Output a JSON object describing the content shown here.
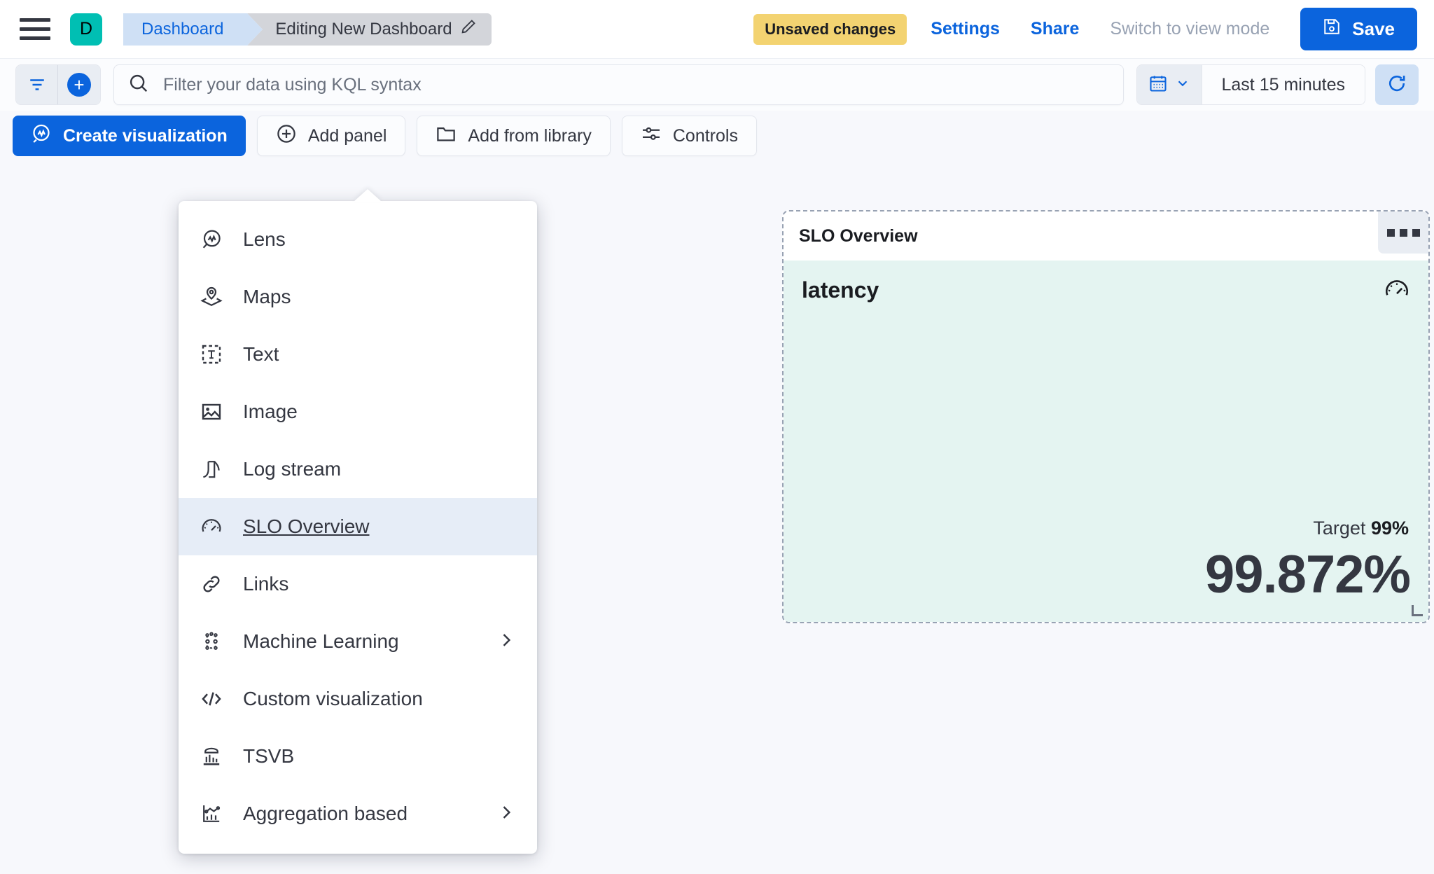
{
  "header": {
    "menu_icon": "hamburger-icon",
    "avatar_letter": "D",
    "breadcrumb_home": "Dashboard",
    "breadcrumb_current": "Editing New Dashboard",
    "edit_icon": "pencil-icon",
    "unsaved_badge": "Unsaved changes",
    "settings_link": "Settings",
    "share_link": "Share",
    "view_mode_link": "Switch to view mode",
    "save_label": "Save",
    "save_icon": "floppy-disk-icon",
    "accent_blue": "#0B64DD",
    "avatar_color": "#00BFB3",
    "unsaved_color": "#F3D371"
  },
  "querybar": {
    "filter_icon": "filter-icon",
    "add_filter_icon": "plus-circle-icon",
    "search_icon": "search-icon",
    "search_placeholder": "Filter your data using KQL syntax",
    "search_value": "",
    "calendar_icon": "calendar-icon",
    "chevron_icon": "chevron-down-icon",
    "date_range": "Last 15 minutes",
    "refresh_icon": "refresh-icon"
  },
  "toolbar": {
    "create_visualization": "Create visualization",
    "create_visualization_icon": "lens-icon",
    "add_panel": "Add panel",
    "add_panel_icon": "plus-circle-icon",
    "add_from_library": "Add from library",
    "add_from_library_icon": "folder-icon",
    "controls": "Controls",
    "controls_icon": "sliders-icon"
  },
  "add_panel_menu": {
    "items": [
      {
        "label": "Lens",
        "icon": "lens-icon",
        "selected": false,
        "submenu": false
      },
      {
        "label": "Maps",
        "icon": "map-marker-layers-icon",
        "selected": false,
        "submenu": false
      },
      {
        "label": "Text",
        "icon": "text-box-icon",
        "selected": false,
        "submenu": false
      },
      {
        "label": "Image",
        "icon": "image-icon",
        "selected": false,
        "submenu": false
      },
      {
        "label": "Log stream",
        "icon": "log-stream-icon",
        "selected": false,
        "submenu": false
      },
      {
        "label": "SLO Overview",
        "icon": "gauge-icon",
        "selected": true,
        "submenu": false
      },
      {
        "label": "Links",
        "icon": "link-icon",
        "selected": false,
        "submenu": false
      },
      {
        "label": "Machine Learning",
        "icon": "machine-learning-icon",
        "selected": false,
        "submenu": true
      },
      {
        "label": "Custom visualization",
        "icon": "code-icon",
        "selected": false,
        "submenu": false
      },
      {
        "label": "TSVB",
        "icon": "tsvb-chart-icon",
        "selected": false,
        "submenu": false
      },
      {
        "label": "Aggregation based",
        "icon": "aggregation-chart-icon",
        "selected": false,
        "submenu": true
      }
    ]
  },
  "slo_panel": {
    "panel_title": "SLO Overview",
    "context_menu_icon": "panel-context-menu-icon",
    "slo_name": "latency",
    "gauge_icon": "gauge-icon",
    "target_label": "Target",
    "target_value": "99%",
    "current_value": "99.872%",
    "body_bg": "#E4F4F1",
    "resize_handle": "resize-handle-icon"
  }
}
